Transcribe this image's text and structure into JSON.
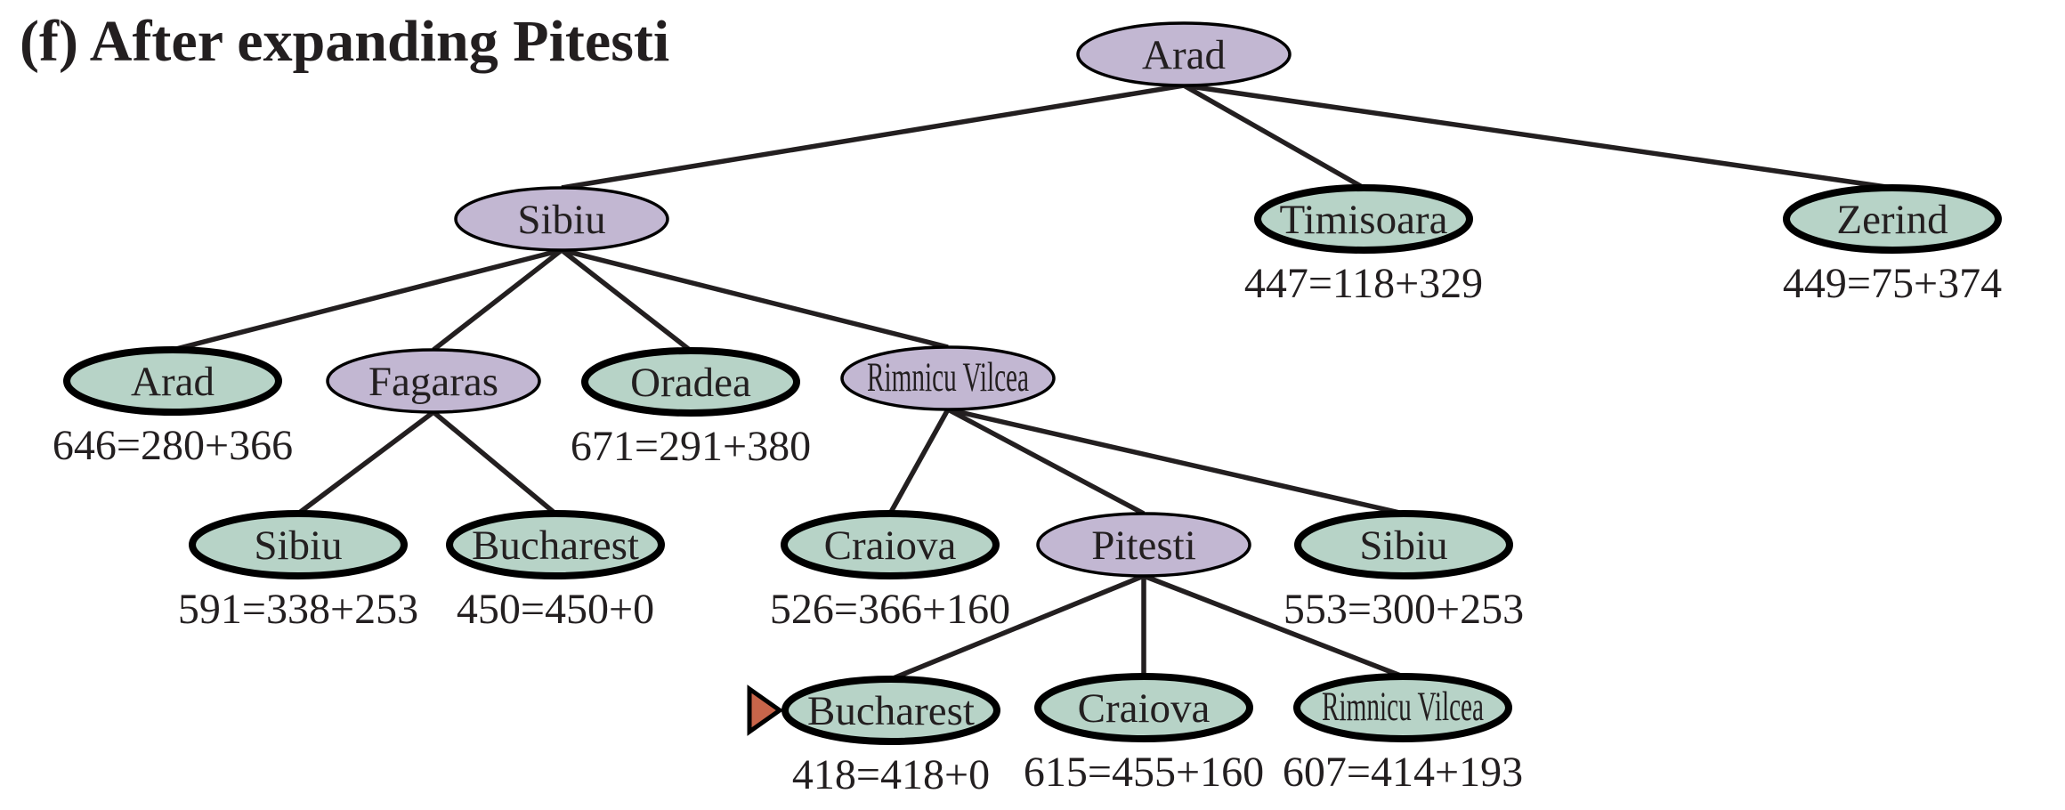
{
  "title": "(f) After expanding Pitesti",
  "colors": {
    "expanded_fill": "#c2b7d2",
    "frontier_fill": "#b7d3c7",
    "marker_fill": "#c8654a",
    "ink": "#231f20"
  },
  "tree": {
    "nodes": [
      {
        "id": "n0",
        "name": "Arad",
        "state": "expanded",
        "parent": null,
        "cost": null
      },
      {
        "id": "n1",
        "name": "Sibiu",
        "state": "expanded",
        "parent": "n0",
        "cost": null
      },
      {
        "id": "n2",
        "name": "Timisoara",
        "state": "frontier",
        "parent": "n0",
        "cost": "447=118+329"
      },
      {
        "id": "n3",
        "name": "Zerind",
        "state": "frontier",
        "parent": "n0",
        "cost": "449=75+374"
      },
      {
        "id": "n4",
        "name": "Arad",
        "state": "frontier",
        "parent": "n1",
        "cost": "646=280+366"
      },
      {
        "id": "n5",
        "name": "Fagaras",
        "state": "expanded",
        "parent": "n1",
        "cost": null
      },
      {
        "id": "n6",
        "name": "Oradea",
        "state": "frontier",
        "parent": "n1",
        "cost": "671=291+380"
      },
      {
        "id": "n7",
        "name": "Rimnicu Vilcea",
        "state": "expanded",
        "parent": "n1",
        "cost": null
      },
      {
        "id": "n8",
        "name": "Sibiu",
        "state": "frontier",
        "parent": "n5",
        "cost": "591=338+253"
      },
      {
        "id": "n9",
        "name": "Bucharest",
        "state": "frontier",
        "parent": "n5",
        "cost": "450=450+0"
      },
      {
        "id": "n10",
        "name": "Craiova",
        "state": "frontier",
        "parent": "n7",
        "cost": "526=366+160"
      },
      {
        "id": "n11",
        "name": "Pitesti",
        "state": "expanded",
        "parent": "n7",
        "cost": null
      },
      {
        "id": "n12",
        "name": "Sibiu",
        "state": "frontier",
        "parent": "n7",
        "cost": "553=300+253"
      },
      {
        "id": "n13",
        "name": "Bucharest",
        "state": "frontier",
        "parent": "n11",
        "cost": "418=418+0",
        "next": true
      },
      {
        "id": "n14",
        "name": "Craiova",
        "state": "frontier",
        "parent": "n11",
        "cost": "615=455+160"
      },
      {
        "id": "n15",
        "name": "Rimnicu Vilcea",
        "state": "frontier",
        "parent": "n11",
        "cost": "607=414+193"
      }
    ],
    "next_marker": "triangle-pointer-icon"
  }
}
